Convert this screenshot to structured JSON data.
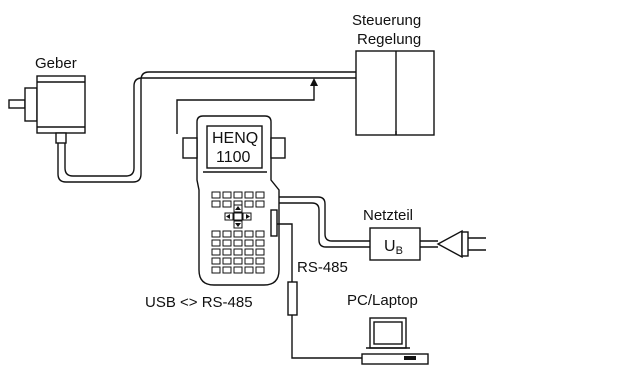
{
  "labels": {
    "geber": "Geber",
    "steuerung_line1": "Steuerung",
    "steuerung_line2": "Regelung",
    "device_line1": "HENQ",
    "device_line2": "1100",
    "netzteil": "Netzteil",
    "supply_symbol": "U",
    "supply_subscript": "B",
    "rs485": "RS-485",
    "usb_converter": "USB <> RS-485",
    "pc": "PC/Laptop"
  }
}
